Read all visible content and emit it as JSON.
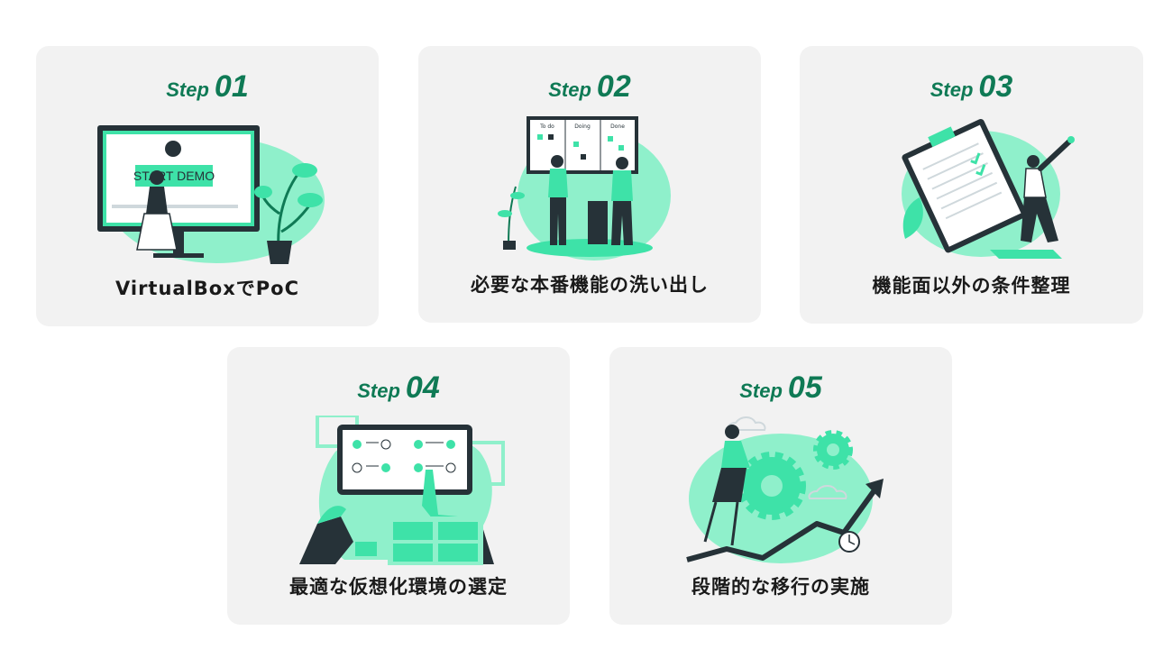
{
  "steps": [
    {
      "word": "Step",
      "num": "01",
      "caption": "VirtualBoxでPoC",
      "screen_text": "START DEMO",
      "illustration": "presentation-demo"
    },
    {
      "word": "Step",
      "num": "02",
      "caption": "必要な本番機能の洗い出し",
      "board_columns": [
        "To do",
        "Doing",
        "Done"
      ],
      "illustration": "kanban-board"
    },
    {
      "word": "Step",
      "num": "03",
      "caption": "機能面以外の条件整理",
      "illustration": "clipboard-checklist"
    },
    {
      "word": "Step",
      "num": "04",
      "caption": "最適な仮想化環境の選定",
      "illustration": "tablet-selection"
    },
    {
      "word": "Step",
      "num": "05",
      "caption": "段階的な移行の実施",
      "illustration": "growth-gears"
    }
  ],
  "colors": {
    "accent": "#3ee2a8",
    "accent_dark": "#0f7a55",
    "card_bg": "#f2f2f2",
    "ink": "#263238"
  }
}
